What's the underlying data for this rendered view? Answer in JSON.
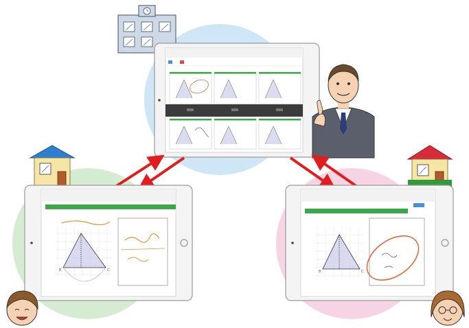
{
  "colors": {
    "center_circle": "#cfe6f6",
    "left_circle": "#d6ecd2",
    "right_circle": "#f7d4e4",
    "arrow": "#e11d1d",
    "header_green": "#3aa84a",
    "tablet_frame": "#f4f4f4",
    "teacher_suit": "#5b5f6b"
  },
  "icons": {
    "school": "school-building-icon",
    "house_left": "house-blue-roof-icon",
    "house_right": "house-red-roof-icon",
    "teacher": "teacher-pointing-icon",
    "student_left": "student-boy-icon",
    "student_right": "student-girl-glasses-icon"
  },
  "center_tablet": {
    "tile_count": 6,
    "tiles_with_drawing_annotations": [
      1,
      4
    ]
  },
  "left_tablet": {
    "annotation_color": "#e3933a"
  },
  "right_tablet": {
    "annotation_color": "#e06a3a"
  },
  "vertices": {
    "left": "B",
    "right": "C"
  }
}
